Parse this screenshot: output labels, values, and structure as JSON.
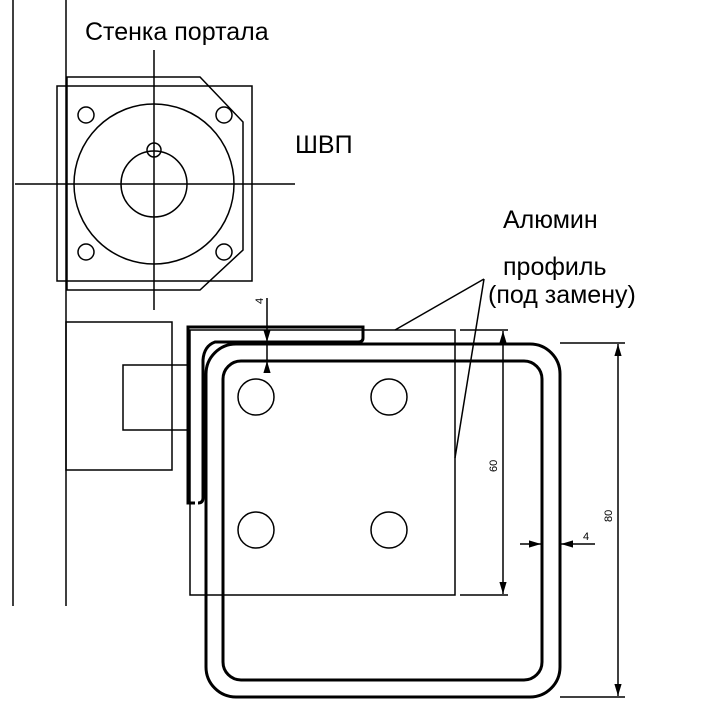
{
  "labels": {
    "portal_wall": "Стенка портала",
    "ball_screw": "ШВП",
    "profile_line1": "Алюмин",
    "profile_line2": "профиль",
    "profile_line3": "(под замену)"
  },
  "dimensions": {
    "top_gap": "4",
    "plate_height": "60",
    "profile_height": "80",
    "wall_thickness": "4"
  }
}
